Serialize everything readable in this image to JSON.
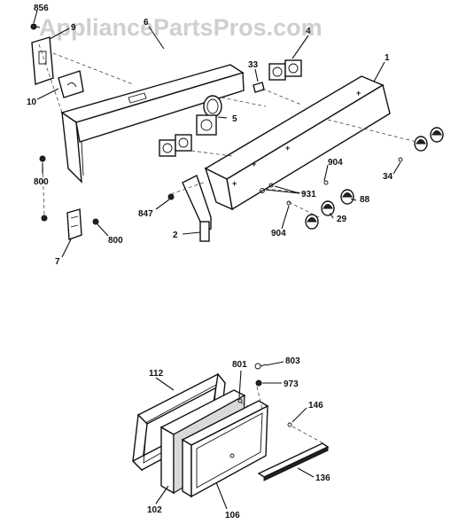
{
  "watermark": "AppliancePartsPros.com",
  "callouts": [
    "856",
    "9",
    "6",
    "4",
    "10",
    "33",
    "1",
    "5",
    "800",
    "904",
    "34",
    "847",
    "931",
    "88",
    "29",
    "2",
    "904",
    "7",
    "800",
    "803",
    "112",
    "801",
    "973",
    "146",
    "136",
    "102",
    "106"
  ]
}
